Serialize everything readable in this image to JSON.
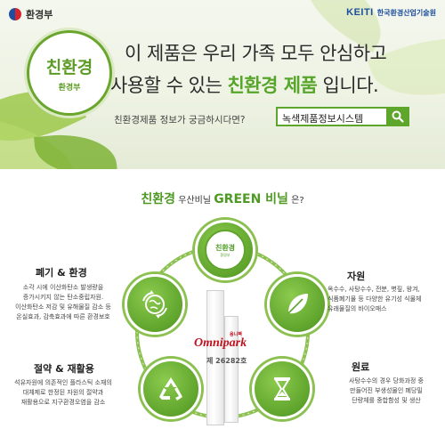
{
  "header": {
    "gov_name": "환경부",
    "keiti_logo": "KEITI",
    "keiti_name": "한국환경산업기술원"
  },
  "badge": {
    "main": "친환경",
    "sub": "환경부"
  },
  "headline": {
    "line1": "이 제품은 우리 가족 모두 안심하고",
    "line2_prefix": "사용할 수 있는 ",
    "line2_highlight": "친환경 제품",
    "line2_suffix": " 입니다."
  },
  "search": {
    "question": "친환경제품 정보가 궁금하시다면?",
    "value": "녹색제품정보시스템",
    "icon": "search-icon"
  },
  "section_title": {
    "part1": "친환경",
    "part2": " 우산비닐 ",
    "part3": "GREEN 비닐",
    "part4": " 은?"
  },
  "product": {
    "brand_korean": "옴니팩",
    "brand": "Omnipark",
    "cert_number": "제 26282호"
  },
  "sections": {
    "waste": {
      "title": "폐기 & 환경",
      "body": [
        "소각 시에 이산화탄소 발생량을",
        "증가시키지 않는 탄소중립자원.",
        "이산화탄소 저감 및 유해물질 감소 등",
        "온실효과, 감축효과에 따른 환경보호"
      ],
      "icon": "earth-recycle-icon"
    },
    "resource": {
      "title": "자원",
      "body": [
        "옥수수, 사탕수수, 전분, 볏짚, 왕겨,",
        "식품폐기물 등 다양한 유기성 식물체",
        "유래물질의 바이오매스"
      ],
      "icon": "leaf-icon"
    },
    "saving": {
      "title": "절약 & 재활용",
      "body": [
        "석유자원에 의존적인 플라스틱 소재의",
        "대체제로 한정된 자원의 절약과",
        "재활용으로 지구환경오염을 감소"
      ],
      "icon": "recycle-icon"
    },
    "raw": {
      "title": "원료",
      "body": [
        "사탕수수의 경우 당화과정 중",
        "만들어진 부생성물인 폐당밀",
        "단량체를 중합함성 및 생산"
      ],
      "icon": "hourglass-icon"
    }
  },
  "mini_badge": {
    "main": "친환경",
    "sub": "환경부"
  },
  "colors": {
    "accent": "#5ea52c",
    "brand_red": "#c1121f",
    "gov_blue": "#1d4fa0"
  }
}
